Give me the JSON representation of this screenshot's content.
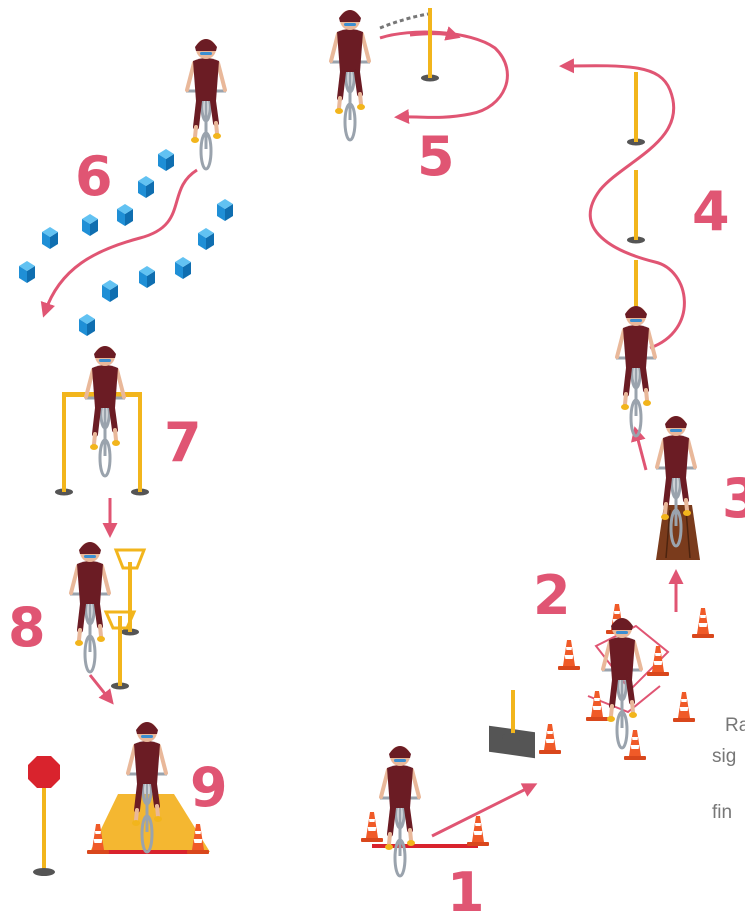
{
  "colors": {
    "accent": "#e05573",
    "pole": "#f2b51c",
    "cube": "#1f8fd6",
    "cone": "#f05a28",
    "jersey": "#6b1c24",
    "bike": "#9aa3ad",
    "sign_red": "#d9232d",
    "ramp": "#7a3b1c",
    "platform": "#f4b731",
    "text_gray": "#777777"
  },
  "steps": [
    {
      "number": "1",
      "icon": "cone-start-gate"
    },
    {
      "number": "2",
      "icon": "cone-box-signal"
    },
    {
      "number": "3",
      "icon": "ramp-plank"
    },
    {
      "number": "4",
      "icon": "slalom-poles"
    },
    {
      "number": "5",
      "icon": "chain-pole-loop"
    },
    {
      "number": "6",
      "icon": "cube-slalom"
    },
    {
      "number": "7",
      "icon": "limbo-bar"
    },
    {
      "number": "8",
      "icon": "basket-transfer"
    },
    {
      "number": "9",
      "icon": "stop-platform"
    }
  ],
  "side_text": [
    "Ra",
    "sig",
    "fin"
  ]
}
